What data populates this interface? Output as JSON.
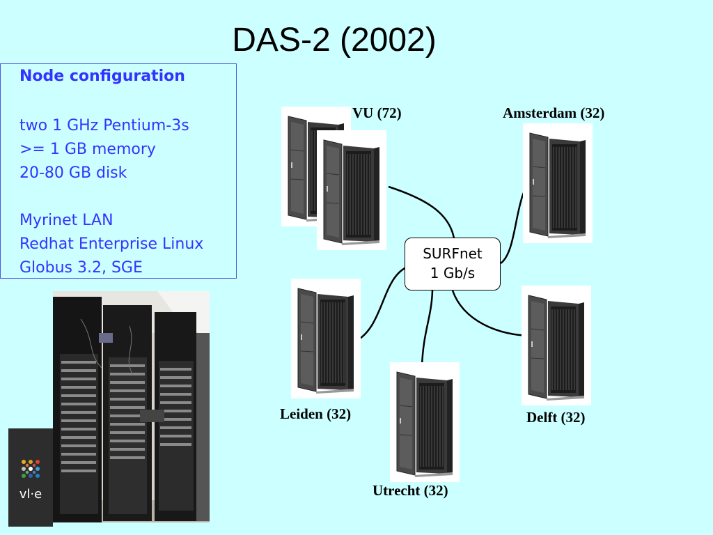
{
  "title": "DAS-2 (2002)",
  "config": {
    "heading": "Node configuration",
    "lines": [
      "two 1 GHz Pentium-3s",
      ">= 1 GB memory",
      "20-80 GB disk",
      "Myrinet LAN",
      "Redhat Enterprise Linux",
      "Globus 3.2, SGE"
    ]
  },
  "network": {
    "hub_line1": "SURFnet",
    "hub_line2": "1 Gb/s"
  },
  "sites": [
    {
      "name": "VU  (72)"
    },
    {
      "name": "Amsterdam (32)"
    },
    {
      "name": "Leiden (32)"
    },
    {
      "name": "Delft (32)"
    },
    {
      "name": "Utrecht (32)"
    }
  ],
  "logo": {
    "text": "vl·e"
  },
  "colors": {
    "background": "#ccffff",
    "text_blue": "#3333ff",
    "rack_dark": "#2a2a2a",
    "logo_bg": "#2d2d2d"
  }
}
